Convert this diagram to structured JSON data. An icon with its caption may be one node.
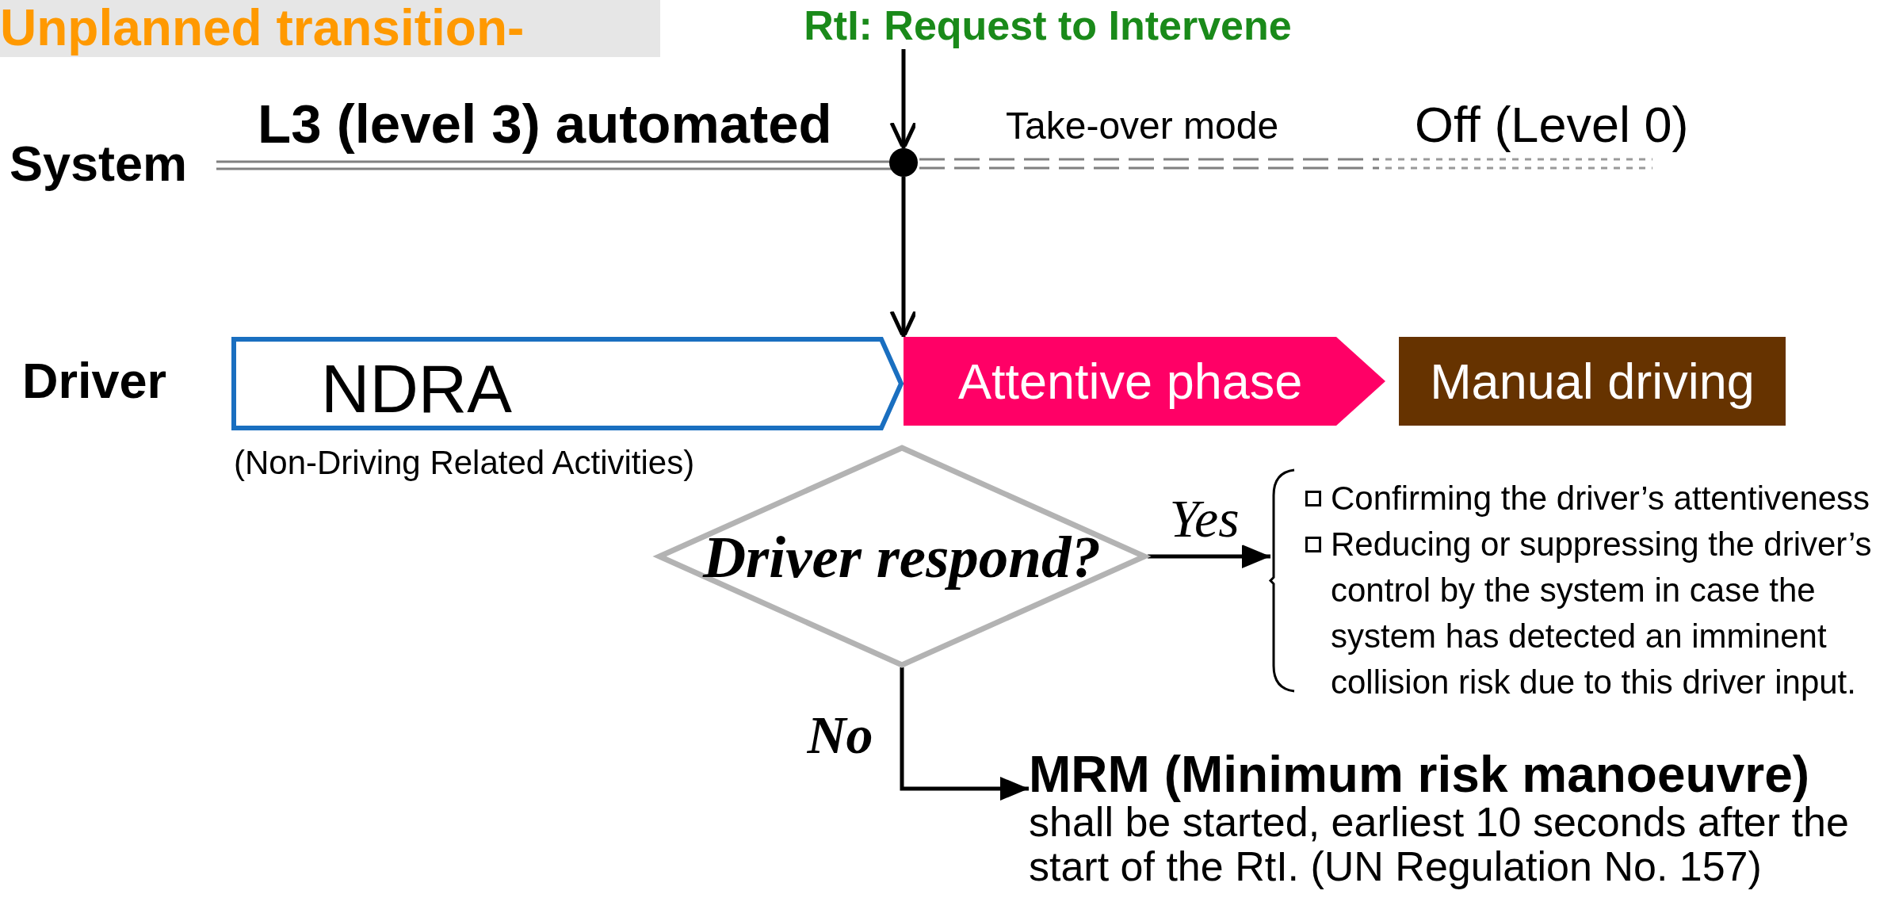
{
  "diagram": {
    "nodes": [
      {
        "text": [
          "RtI: Request to Intervene"
        ]
      },
      {
        "text": [],
        "shape": "circle"
      },
      {
        "text": [
          "NDRA"
        ]
      },
      {
        "text": [
          "Attentive phase"
        ]
      },
      {
        "text": [
          "Manual driving"
        ]
      },
      {
        "text": [
          "Driver respond?"
        ]
      },
      {
        "text": [
          "Confirming the driver’s attentiveness",
          "Reducing or suppressing the driver’s control by the system in case the system has detected an imminent collision risk due to this driver input."
        ]
      },
      {
        "text": [
          "MRM (Minimum risk manoeuvre)",
          "shall be started, earliest 10 seconds after the start of the RtI. (UN Regulation No. 157)"
        ]
      }
    ],
    "edges": [
      {
        "from": 0,
        "to": 1,
        "arrow": "to"
      },
      {
        "from": 1,
        "to": 3,
        "arrow": "to"
      },
      {
        "from": 5,
        "to": 6,
        "arrow": "to",
        "label": "Yes"
      },
      {
        "from": 5,
        "to": 7,
        "arrow": "to",
        "label": "No"
      }
    ],
    "labels": [
      "Unplanned transition-",
      "System",
      "L3 (level 3) automated",
      "Take-over mode",
      "Off (Level 0)",
      "Driver",
      "(Non-Driving Related Activities)"
    ]
  }
}
